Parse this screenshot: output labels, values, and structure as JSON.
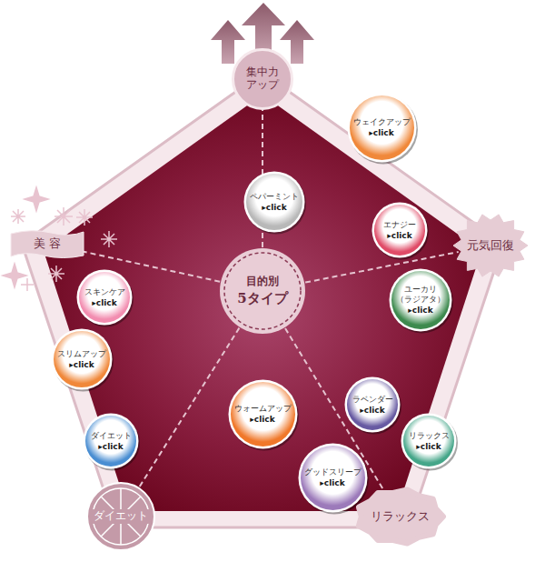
{
  "diagram": {
    "nodes": [
      {
        "text": [
          "集中力 アップ"
        ]
      },
      {
        "text": [
          "ウェイクアップ",
          "▸click"
        ]
      },
      {
        "text": [
          "ペパーミント",
          "▸click"
        ]
      },
      {
        "text": [
          "美 容"
        ]
      },
      {
        "text": [
          "エナジー",
          "▸click"
        ]
      },
      {
        "text": [
          "元気回復"
        ]
      },
      {
        "text": [
          "目的別",
          "5タイプ"
        ]
      },
      {
        "text": [
          "スキンケア",
          "▸click"
        ]
      },
      {
        "text": [
          "ユーカリ （ラジアタ）",
          "▸click"
        ]
      },
      {
        "text": [
          "スリムアップ",
          "▸click"
        ]
      },
      {
        "text": [
          "ウォームアップ",
          "▸click"
        ]
      },
      {
        "text": [
          "ラベンダー",
          "▸click"
        ]
      },
      {
        "text": [
          "リラックス",
          "▸click"
        ]
      },
      {
        "text": [
          "ダイエット",
          "▸click"
        ]
      },
      {
        "text": [
          "グッドスリープ",
          "▸click"
        ]
      },
      {
        "text": [
          "ダイエット"
        ]
      },
      {
        "text": [
          "リラックス"
        ]
      }
    ],
    "edges": [
      {
        "from": 6,
        "to": 0,
        "arrow": "none"
      },
      {
        "from": 6,
        "to": 5,
        "arrow": "none"
      },
      {
        "from": 6,
        "to": 16,
        "arrow": "none"
      },
      {
        "from": 6,
        "to": 15,
        "arrow": "none"
      },
      {
        "from": 6,
        "to": 3,
        "arrow": "none"
      }
    ]
  }
}
